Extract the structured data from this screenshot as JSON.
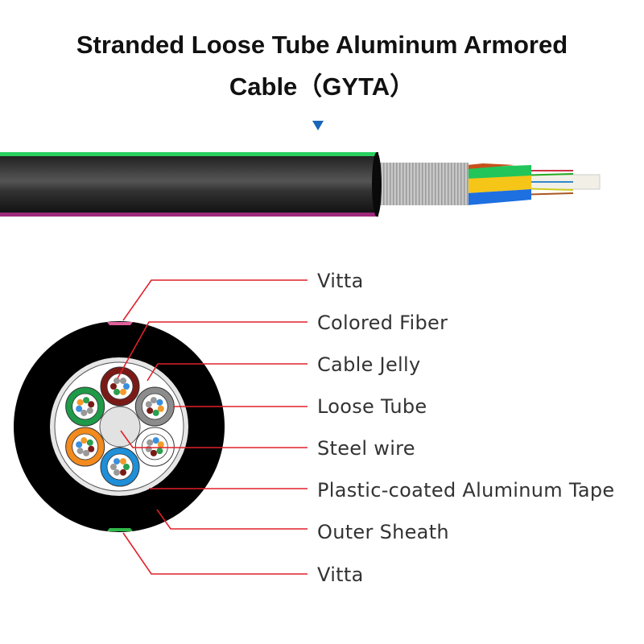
{
  "title": {
    "line1": "Stranded Loose Tube Aluminum Armored",
    "line2": "Cable（GYTA）"
  },
  "labels": [
    "Vitta",
    "Colored Fiber",
    "Cable Jelly",
    "Loose Tube",
    "Steel wire",
    "Plastic-coated Aluminum Tape",
    "Outer Sheath",
    "Vitta"
  ],
  "colors": {
    "leader": "#e0202a",
    "pointer": "#1a66b8",
    "sheath": "#111111",
    "vitta_top": "#e0609a",
    "vitta_bottom": "#2fb84a"
  },
  "tube_colors": [
    "#7a1a16",
    "#8c8c8c",
    "#ffffff",
    "#1e8fd8",
    "#f28a1e",
    "#1f9a48"
  ]
}
